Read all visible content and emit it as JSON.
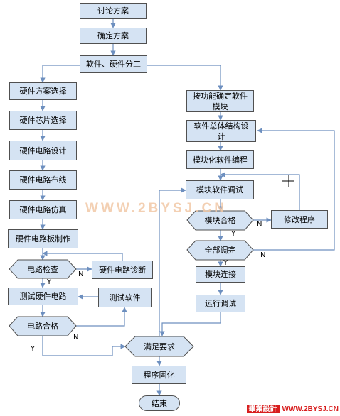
{
  "nodes": {
    "discuss": "讨论方案",
    "confirm": "确定方案",
    "split": "软件、硬件分工",
    "hw_scheme": "硬件方案选择",
    "hw_chip": "硬件芯片选择",
    "hw_circuit_design": "硬件电路设计",
    "hw_layout": "硬件电路布线",
    "hw_sim": "硬件电路仿真",
    "hw_board": "硬件电路板制作",
    "circuit_check": "电路检查",
    "hw_diag": "硬件电路诊断",
    "test_hw": "测试硬件电路",
    "test_sw": "测试软件",
    "circuit_ok": "电路合格",
    "sw_module_l1": "按功能确定软件",
    "sw_module_l2": "模块",
    "sw_arch_l1": "软件总体结构设",
    "sw_arch_l2": "计",
    "modular_prog": "模块化软件编程",
    "module_debug": "模块软件调试",
    "module_ok": "模块合格",
    "modify_prog": "修改程序",
    "all_debug": "全部调完",
    "module_connect": "模块连接",
    "run_debug": "运行调试",
    "meets_req": "满足要求",
    "solidify": "程序固化",
    "end": "结束"
  },
  "edge_labels": {
    "n_check": "N",
    "y_check": "Y",
    "n_hw_ok": "N",
    "y_hw_ok": "Y",
    "n_module": "N",
    "y_module": "Y",
    "n_all": "N",
    "y_all": "Y"
  },
  "watermark": "WWW.2BYSJ.CN",
  "footer": {
    "brand": "畢業設計",
    "url": "WWW.2BYSJ.CN"
  },
  "colors": {
    "box_fill": "#d5e3f3",
    "box_border": "#505050",
    "connector": "#6d8fbf",
    "watermark": "#f2c8a6",
    "footer_red": "#d81e1e"
  }
}
